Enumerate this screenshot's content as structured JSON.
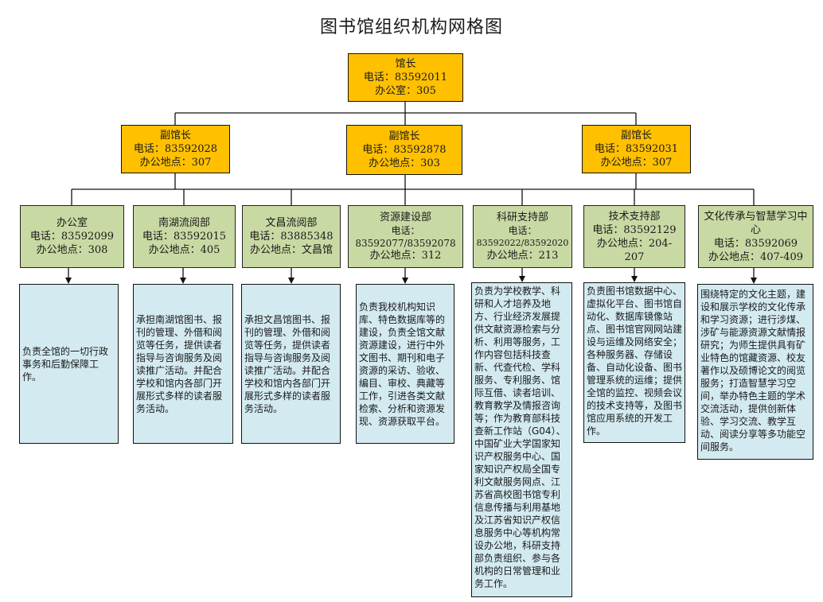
{
  "title": "图书馆组织机构网格图",
  "director": {
    "role": "馆长",
    "phone": "电话：83592011",
    "office": "办公室：305"
  },
  "vice_directors": [
    {
      "role": "副馆长",
      "phone": "电话：83592028",
      "office": "办公地点：307"
    },
    {
      "role": "副馆长",
      "phone": "电话：83592878",
      "office": "办公地点：303"
    },
    {
      "role": "副馆长",
      "phone": "电话：83592031",
      "office": "办公地点：307"
    }
  ],
  "departments": [
    {
      "name": "办公室",
      "phone_label": "电话：83592099",
      "phone": "",
      "office": "办公地点：308",
      "office2": "",
      "description": "负责全馆的一切行政事务和后勤保障工作。"
    },
    {
      "name": "南湖流阅部",
      "phone_label": "电话：83592015",
      "phone": "",
      "office": "办公地点：405",
      "office2": "",
      "description": "承担南湖馆图书、报刊的管理、外借和阅览等任务，提供读者指导与咨询服务及阅读推广活动。并配合学校和馆内各部门开展形式多样的读者服务活动。"
    },
    {
      "name": "文昌流阅部",
      "phone_label": "电话：83885348",
      "phone": "",
      "office": "办公地点：文昌馆",
      "office2": "",
      "description": "承担文昌馆图书、报刊的管理、外借和阅览等任务，提供读者指导与咨询服务及阅读推广活动。并配合学校和馆内各部门开展形式多样的读者服务活动。"
    },
    {
      "name": "资源建设部",
      "phone_label": "电话：",
      "phone": "83592077/83592078",
      "office": "办公地点：312",
      "office2": "",
      "description": "负责我校机构知识库、特色数据库等的建设，负责全馆文献资源建设，进行中外文图书、期刊和电子资源的采访、验收、编目、审校、典藏等工作，引进各类文献检索、分析和资源发现、资源获取平台。"
    },
    {
      "name": "科研支持部",
      "phone_label": "电话：",
      "phone": "83592022/83592020",
      "office": "办公地点：213",
      "office2": "",
      "description": "负责为学校教学、科研和人才培养及地方、行业经济发展提供文献资源检索与分析、利用等服务，工作内容包括科技查新、代查代检、学科服务、专利服务、馆际互借、读者培训、教育教学及情报咨询等；作为教育部科技查新工作站（G04）、中国矿业大学国家知识产权服务中心、国家知识产权局全国专利文献服务网点、江苏省高校图书馆专利信息传播与利用基地及江苏省知识产权信息服务中心等机构常设办公地，科研支持部负责组织、参与各机构的日常管理和业务工作。"
    },
    {
      "name": "技术支持部",
      "phone_label": "电话：83592129",
      "phone": "",
      "office": "办公地点：204-",
      "office2": "207",
      "description": "负责图书馆数据中心、虚拟化平台、图书馆自动化、数据库镜像站点、图书馆官网网站建设与运维及网络安全；各种服务器、存储设备、自动化设备、图书管理系统的运维；提供全馆的监控、视频会议的技术支持等，及图书馆应用系统的开发工作。"
    },
    {
      "name": "文化传承与智慧学习中心",
      "phone_label": "电话：83592069",
      "phone": "",
      "office": "办公地点：407-409",
      "office2": "",
      "description": "围绕特定的文化主题，建设和展示学校的文化传承和学习资源；进行涉煤、涉矿与能源资源文献情报研究；为师生提供具有矿业特色的馆藏资源、校友著作以及硕博论文的阅览服务；打造智慧学习空间，举办特色主题的学术交流活动，提供创新体验、学习交流、教学互动、阅读分享等多功能空间服务。"
    }
  ],
  "colors": {
    "leadership_fill": "#ffc000",
    "department_fill": "#c9d9a4",
    "description_fill": "#d3eaf0",
    "line": "#111111"
  }
}
